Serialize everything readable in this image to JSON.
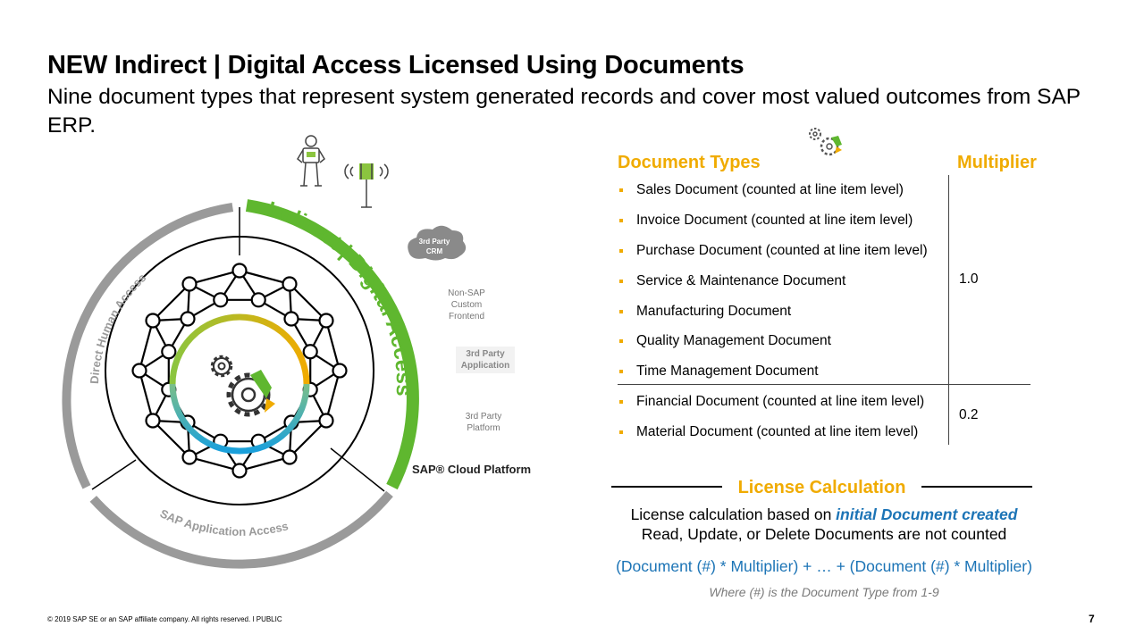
{
  "title": "NEW Indirect | Digital Access Licensed Using Documents",
  "subtitle": "Nine document types that represent system generated records and cover most valued outcomes from SAP ERP.",
  "diagram": {
    "arc_direct": "Direct Human Access",
    "arc_sap_app": "SAP Application Access",
    "arc_indirect": "Indirect | Digital Access",
    "third_party_crm": [
      "3rd Party",
      "CRM"
    ],
    "non_sap_frontend": [
      "Non-SAP",
      "Custom",
      "Frontend"
    ],
    "third_party_app": [
      "3rd Party",
      "Application"
    ],
    "third_party_platform": [
      "3rd Party",
      "Platform"
    ],
    "sap_cloud_platform": "SAP® Cloud Platform"
  },
  "table": {
    "header_types": "Document Types",
    "header_multiplier": "Multiplier",
    "documents": [
      "Sales Document (counted at line item level)",
      "Invoice Document (counted at line item level)",
      "Purchase Document (counted at line item level)",
      "Service & Maintenance Document",
      "Manufacturing Document",
      "Quality Management Document",
      "Time Management Document",
      "Financial Document (counted at line item level)",
      "Material Document (counted at line item level)"
    ],
    "multiplier_group1": "1.0",
    "multiplier_group2": "0.2"
  },
  "license": {
    "title": "License Calculation",
    "line1_prefix": "License calculation based on ",
    "line1_emphasis": "initial Document created",
    "line2": "Read, Update, or Delete Documents are not counted",
    "formula": "(Document (#) * Multiplier) + … + (Document (#) * Multiplier)",
    "where": "Where (#) is the Document Type from 1-9"
  },
  "footer": "© 2019 SAP SE or an SAP affiliate company. All rights reserved.   ǀ   PUBLIC",
  "page_number": "7",
  "colors": {
    "accent_gold": "#f0ab00",
    "accent_green": "#5fb72f",
    "accent_blue": "#1c74b6",
    "ring_gray": "#9a9a9a"
  }
}
